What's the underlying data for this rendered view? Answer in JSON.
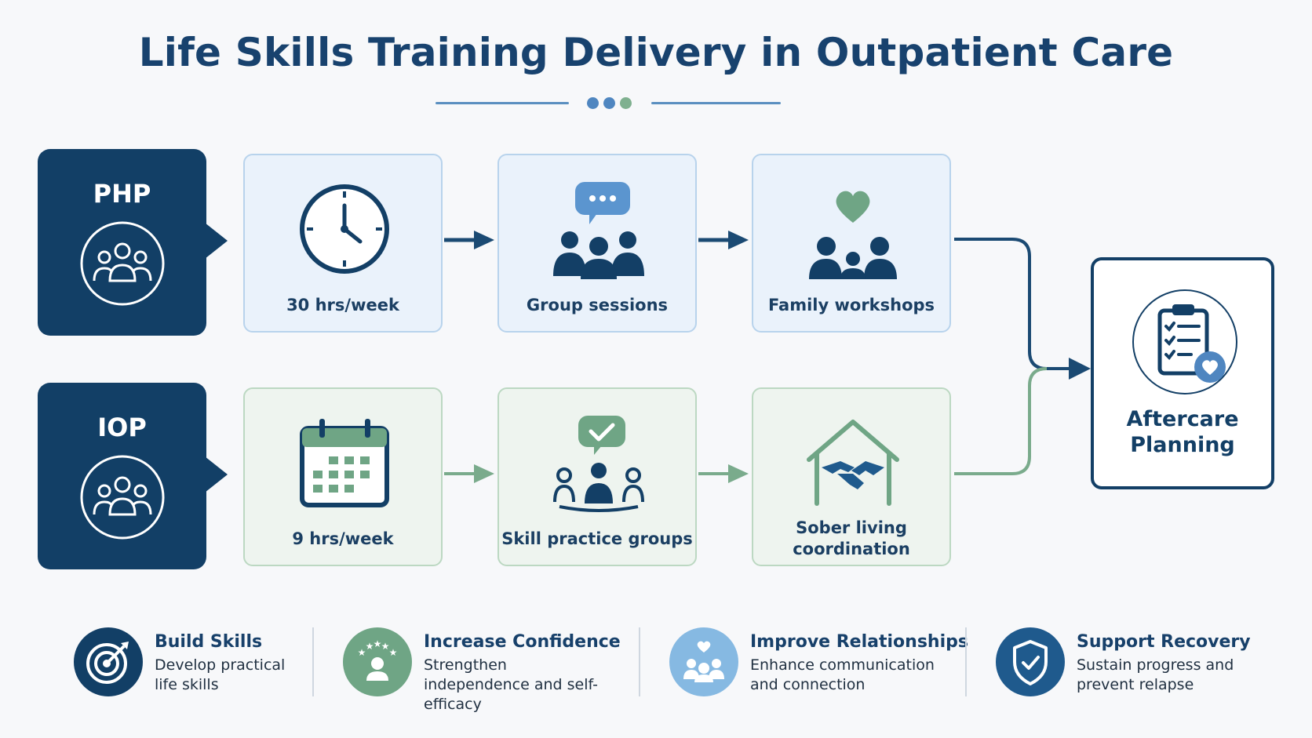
{
  "title": "Life Skills Training Delivery in Outpatient Care",
  "programs": [
    {
      "label": "PHP",
      "steps": [
        {
          "label": "30 hrs/week",
          "icon": "clock-icon"
        },
        {
          "label": "Group sessions",
          "icon": "group-chat-icon"
        },
        {
          "label": "Family workshops",
          "icon": "family-heart-icon"
        }
      ]
    },
    {
      "label": "IOP",
      "steps": [
        {
          "label": "9 hrs/week",
          "icon": "calendar-icon"
        },
        {
          "label": "Skill practice groups",
          "icon": "group-check-icon"
        },
        {
          "label": "Sober living coordination",
          "icon": "house-handshake-icon"
        }
      ]
    }
  ],
  "aftercare": {
    "label": "Aftercare Planning",
    "icon": "clipboard-heart-icon"
  },
  "benefits": [
    {
      "title": "Build Skills",
      "desc": "Develop practical life skills",
      "icon": "target-icon",
      "color": "#123f66"
    },
    {
      "title": "Increase Confidence",
      "desc": "Strengthen independence and self-efficacy",
      "icon": "person-stars-icon",
      "color": "#6fa585"
    },
    {
      "title": "Improve Relationships",
      "desc": "Enhance communication and connection",
      "icon": "people-heart-icon",
      "color": "#86b9e2"
    },
    {
      "title": "Support Recovery",
      "desc": "Sustain progress and prevent relapse",
      "icon": "shield-check-icon",
      "color": "#1f5a8d"
    }
  ],
  "colors": {
    "navy": "#123f66",
    "blue_accent": "#5a8fc0",
    "green_accent": "#6fa585",
    "blue_box": "#eaf2fb",
    "green_box": "#eef4ef"
  }
}
